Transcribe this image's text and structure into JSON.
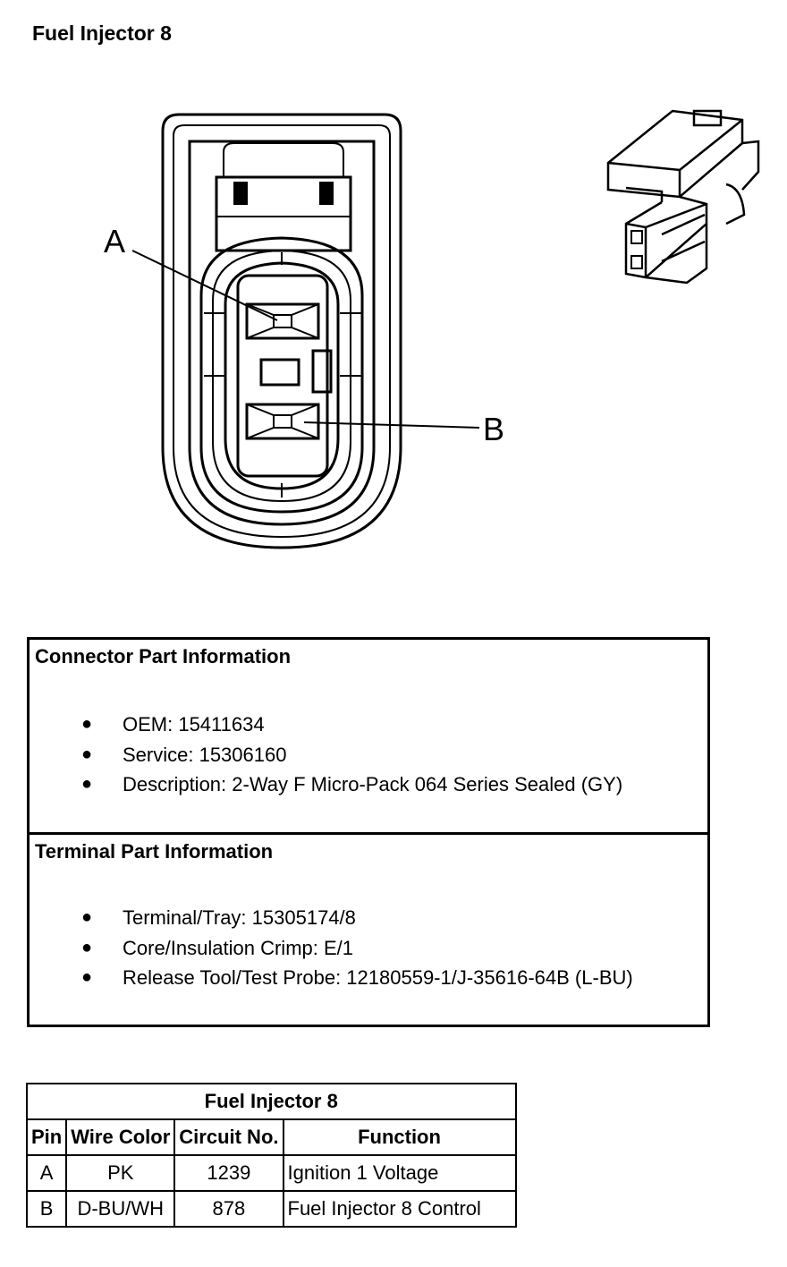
{
  "page": {
    "title": "Fuel Injector 8"
  },
  "diagram": {
    "pin_labels": [
      "A",
      "B"
    ]
  },
  "connector_info": {
    "heading": "Connector Part Information",
    "items": [
      "OEM: 15411634",
      "Service: 15306160",
      "Description: 2-Way F Micro-Pack 064 Series Sealed (GY)"
    ]
  },
  "terminal_info": {
    "heading": "Terminal Part Information",
    "items": [
      "Terminal/Tray: 15305174/8",
      "Core/Insulation Crimp: E/1",
      "Release Tool/Test Probe: 12180559-1/J-35616-64B (L-BU)"
    ]
  },
  "pin_table": {
    "title": "Fuel Injector 8",
    "headers": [
      "Pin",
      "Wire Color",
      "Circuit No.",
      "Function"
    ],
    "rows": [
      [
        "A",
        "PK",
        "1239",
        "Ignition 1 Voltage"
      ],
      [
        "B",
        "D-BU/WH",
        "878",
        "Fuel Injector 8 Control"
      ]
    ]
  }
}
